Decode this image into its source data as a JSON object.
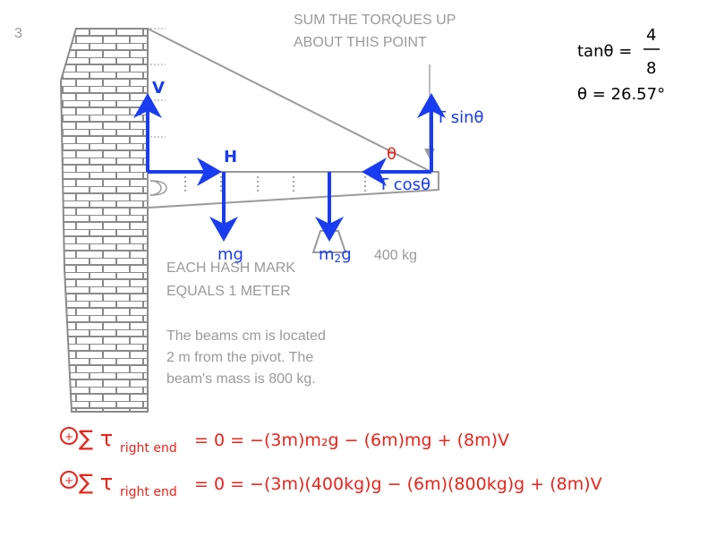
{
  "problem_number": "3",
  "annotation": {
    "line1": "SUM THE TORQUES UP",
    "line2": "ABOUT THIS POINT"
  },
  "hash_note": {
    "line1": "EACH HASH MARK",
    "line2": "EQUALS 1 METER"
  },
  "description": {
    "line1": "The beams cm is located",
    "line2": "2 m from the pivot. The",
    "line3": "beam's mass is 800 kg."
  },
  "weight_label": "400 kg",
  "forces": {
    "V": "V",
    "H": "H",
    "mg": "mg",
    "m2g_m": "m",
    "m2g_sub": "2",
    "m2g_g": "g",
    "tsin": "T sinθ",
    "tcos": "T cosθ",
    "theta": "θ"
  },
  "trig": {
    "tan_lhs": "tanθ =",
    "num": "4",
    "den": "8",
    "theta_eq": "θ = 26.57°"
  },
  "equations": [
    {
      "sum": "∑ τ",
      "sub": "right end",
      "rhs": "= 0 = −(3m)m₂g − (6m)mg + (8m)V"
    },
    {
      "sum": "∑ τ",
      "sub": "right end",
      "rhs": "= 0 = −(3m)(400kg)g − (6m)(800kg)g + (8m)V"
    }
  ],
  "colors": {
    "force": "#1a3cf0",
    "equation": "#e8241c",
    "diagram": "#9a9a9a"
  }
}
